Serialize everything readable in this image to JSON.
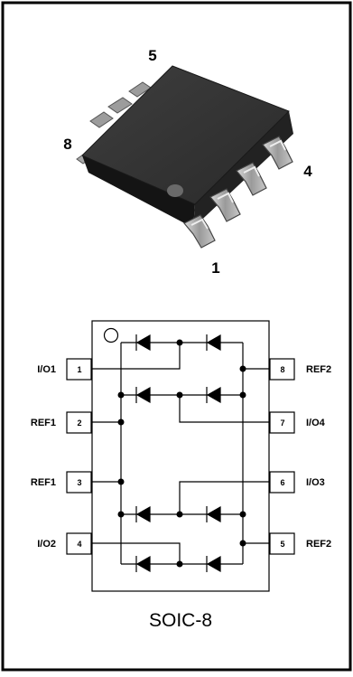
{
  "package_view": {
    "pin_labels": [
      "5",
      "8",
      "4",
      "1"
    ]
  },
  "schematic": {
    "caption": "SOIC-8",
    "left_pins": [
      {
        "number": "1",
        "label": "I/O1"
      },
      {
        "number": "2",
        "label": "REF1"
      },
      {
        "number": "3",
        "label": "REF1"
      },
      {
        "number": "4",
        "label": "I/O2"
      }
    ],
    "right_pins": [
      {
        "number": "8",
        "label": "REF2"
      },
      {
        "number": "7",
        "label": "I/O4"
      },
      {
        "number": "6",
        "label": "I/O3"
      },
      {
        "number": "5",
        "label": "REF2"
      }
    ]
  }
}
